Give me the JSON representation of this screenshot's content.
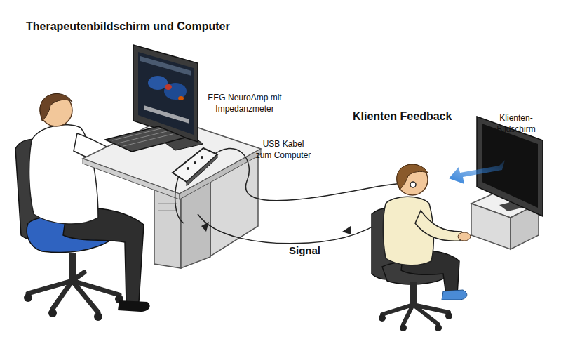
{
  "diagram": {
    "title": "Therapeutenbildschirm und Computer",
    "labels": [
      "EEG NeuroAmp mit Impedanzmeter",
      "USB Kabel zum Computer",
      "Klienten Feedback",
      "Klienten-Bildschirm",
      "Signal"
    ]
  }
}
